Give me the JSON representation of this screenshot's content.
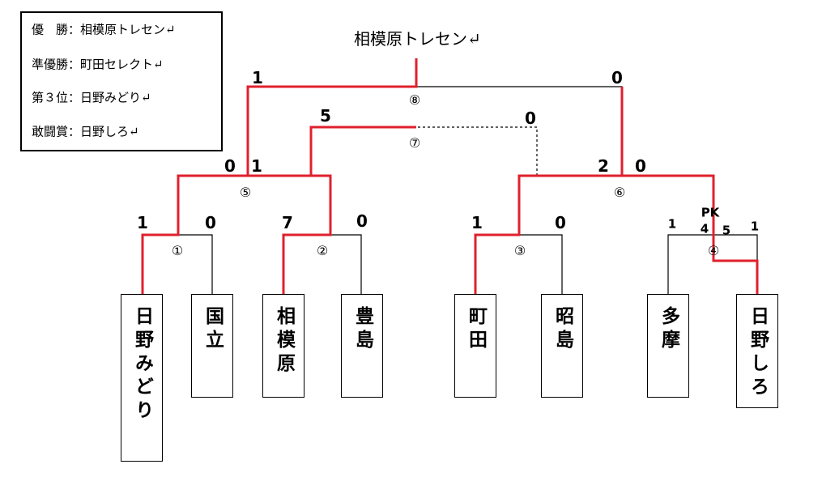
{
  "results": [
    {
      "label": "優　勝：",
      "value": "相模原トレセン↵"
    },
    {
      "label": "準優勝：",
      "value": "町田セレクト↵"
    },
    {
      "label": "第３位：",
      "value": "日野みどり↵"
    },
    {
      "label": "敢闘賞：",
      "value": "日野しろ↵"
    }
  ],
  "title": "相模原トレセン↵",
  "teams": [
    "日野みどり",
    "国立",
    "相模原",
    "豊島",
    "町田",
    "昭島",
    "多摩",
    "日野しろ"
  ],
  "matches": [
    "①",
    "②",
    "③",
    "④",
    "⑤",
    "⑥",
    "⑦",
    "⑧"
  ],
  "scores": {
    "m1_left": "1",
    "m1_right": "0",
    "m2_left": "7",
    "m2_right": "0",
    "m3_left": "1",
    "m3_right": "0",
    "m4_left": "1",
    "m4_right": "1",
    "m4_pk": "PK",
    "m4_pk_left": "4",
    "m4_pk_right": "5",
    "m5_left": "0",
    "m5_right": "1",
    "m6_left": "2",
    "m6_right": "0",
    "m7_left": "5",
    "m7_right": "0",
    "m8_left": "1",
    "m8_right": "0"
  },
  "colors": {
    "winner": "#e0202e",
    "line": "#000000"
  }
}
